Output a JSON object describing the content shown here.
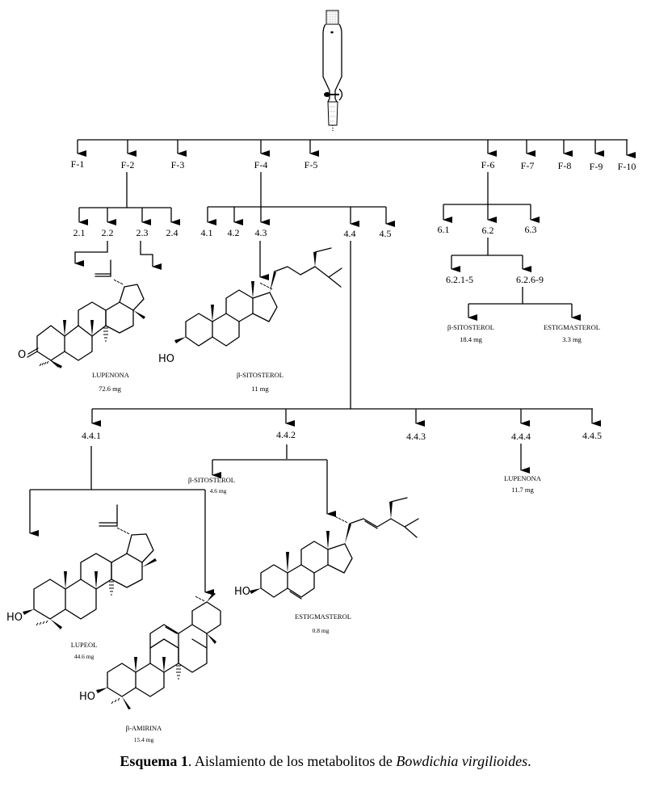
{
  "apparatus": {
    "icon": "separatory-funnel-icon"
  },
  "fractions": [
    "F-1",
    "F-2",
    "F-3",
    "F-4",
    "F-5",
    "F-6",
    "F-7",
    "F-8",
    "F-9",
    "F-10"
  ],
  "f2_subfractions": [
    "2.1",
    "2.2",
    "2.3",
    "2.4"
  ],
  "f4_subfractions": [
    "4.1",
    "4.2",
    "4.3",
    "4.4",
    "4.5"
  ],
  "f6_subfractions": [
    "6.1",
    "6.2",
    "6.3"
  ],
  "f62_subfractions": [
    "6.2.1-5",
    "6.2.6-9"
  ],
  "f44_subfractions": [
    "4.4.1",
    "4.4.2",
    "4.4.3",
    "4.4.4",
    "4.4.5"
  ],
  "compounds": {
    "lupenona_f2": {
      "name": "LUPENONA",
      "mass": "72.6 mg"
    },
    "sitosterol_f43": {
      "name": "β-SITOSTEROL",
      "mass": "11 mg"
    },
    "sitosterol_f62": {
      "name": "β-SITOSTEROL",
      "mass": "18.4 mg"
    },
    "estigmasterol_f62": {
      "name": "ESTIGMASTEROL",
      "mass": "3.3 mg"
    },
    "sitosterol_f442": {
      "name": "β-SITOSTEROL",
      "mass": "4.6 mg"
    },
    "estigmasterol_f442": {
      "name": "ESTIGMASTEROL",
      "mass": "0.8 mg"
    },
    "lupenona_f444": {
      "name": "LUPENONA",
      "mass": "11.7 mg"
    },
    "lupeol_f441": {
      "name": "LUPEOL",
      "mass": "44.6 mg"
    },
    "amirina_f441": {
      "name": "β-AMIRINA",
      "mass": "15.4 mg"
    }
  },
  "atoms": {
    "oxygen": "O",
    "hydroxyl": "HO"
  },
  "caption": {
    "label": "Esquema 1",
    "text": ". Aislamiento de los metabolitos de ",
    "species": "Bowdichia virgilioides",
    "end": "."
  }
}
